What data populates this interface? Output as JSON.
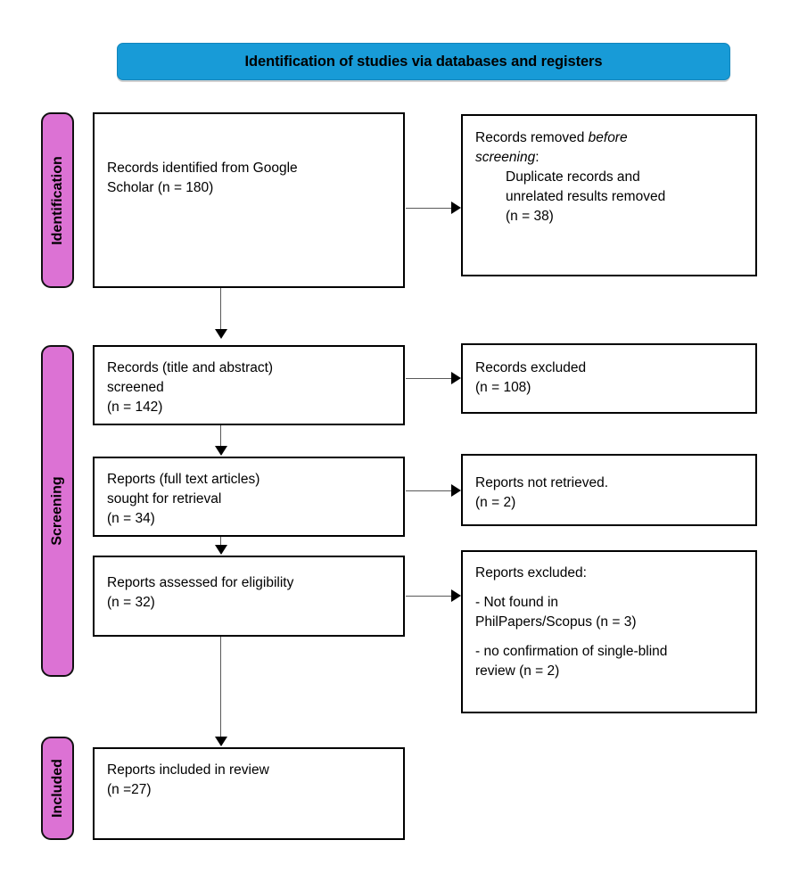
{
  "banner": {
    "title": "Identification of studies via databases and registers"
  },
  "colors": {
    "banner_background": "#189BD7",
    "stage_background": "#DC72D4",
    "box_border": "#000000",
    "connector": "#595959",
    "page_background": "#FFFFFF"
  },
  "stages": [
    {
      "id": "identification",
      "label": "Identification"
    },
    {
      "id": "screening",
      "label": "Screening"
    },
    {
      "id": "included",
      "label": "Included"
    }
  ],
  "boxes": {
    "identified": {
      "line1": "Records identified from Google",
      "line2": "Scholar (n = 180)",
      "count": 180,
      "source": "Google Scholar"
    },
    "removed": {
      "line1_plain": "Records removed ",
      "line1_italic": "before",
      "line2_italic": "screening",
      "line2_plain": ":",
      "indented1": "Duplicate records and",
      "indented2": "unrelated results removed",
      "indented3": "(n = 38)",
      "count": 38
    },
    "screened": {
      "line1": "Records (title and abstract)",
      "line2": "screened",
      "line3": "(n = 142)",
      "count": 142
    },
    "excluded_records": {
      "line1": "Records excluded",
      "line2": "(n = 108)",
      "count": 108
    },
    "sought": {
      "line1": "Reports (full text articles)",
      "line2": "sought for retrieval",
      "line3": "(n = 34)",
      "count": 34
    },
    "not_retrieved": {
      "line1": "Reports not retrieved.",
      "line2": "(n = 2)",
      "count": 2
    },
    "assessed": {
      "line1": "Reports assessed for eligibility",
      "line2": "(n = 32)",
      "count": 32
    },
    "excluded_reports": {
      "heading": "Reports excluded:",
      "reason1_line1": "- Not found in",
      "reason1_line2": "PhilPapers/Scopus (n = 3)",
      "reason1_count": 3,
      "reason2_line1": "- no confirmation of single-blind",
      "reason2_line2": "review (n = 2)",
      "reason2_count": 2
    },
    "included": {
      "line1": "Reports included in review",
      "line2": "(n =27)",
      "count": 27
    }
  }
}
